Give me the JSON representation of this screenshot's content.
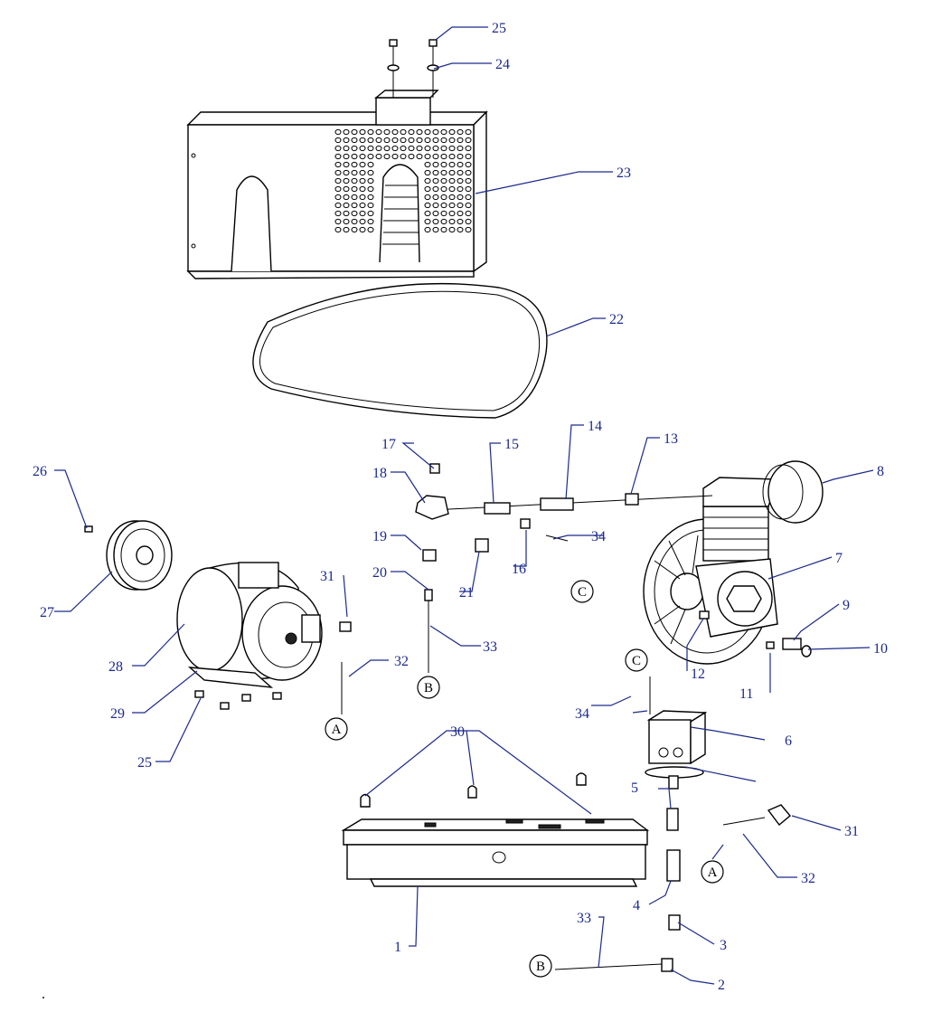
{
  "diagram": {
    "part_numbers": {
      "p1": "1",
      "p2": "2",
      "p3": "3",
      "p4": "4",
      "p5": "5",
      "p6": "6",
      "p7": "7",
      "p8": "8",
      "p9": "9",
      "p10": "10",
      "p11": "11",
      "p12": "12",
      "p13": "13",
      "p14": "14",
      "p15": "15",
      "p16": "16",
      "p17": "17",
      "p18": "18",
      "p19": "19",
      "p20": "20",
      "p21": "21",
      "p22": "22",
      "p23": "23",
      "p24": "24",
      "p25_top": "25",
      "p25_bottom": "25",
      "p26": "26",
      "p27": "27",
      "p28": "28",
      "p29": "29",
      "p30": "30",
      "p31_left": "31",
      "p31_right": "31",
      "p32_left": "32",
      "p32_right": "32",
      "p33_left": "33",
      "p33_bottom": "33",
      "p34_top": "34",
      "p34_mid": "34"
    },
    "connection_callouts": {
      "a_left": "A",
      "a_right": "A",
      "b_left": "B",
      "b_bottom": "B",
      "c_top": "C",
      "c_mid": "C"
    },
    "footer_mark": "."
  }
}
